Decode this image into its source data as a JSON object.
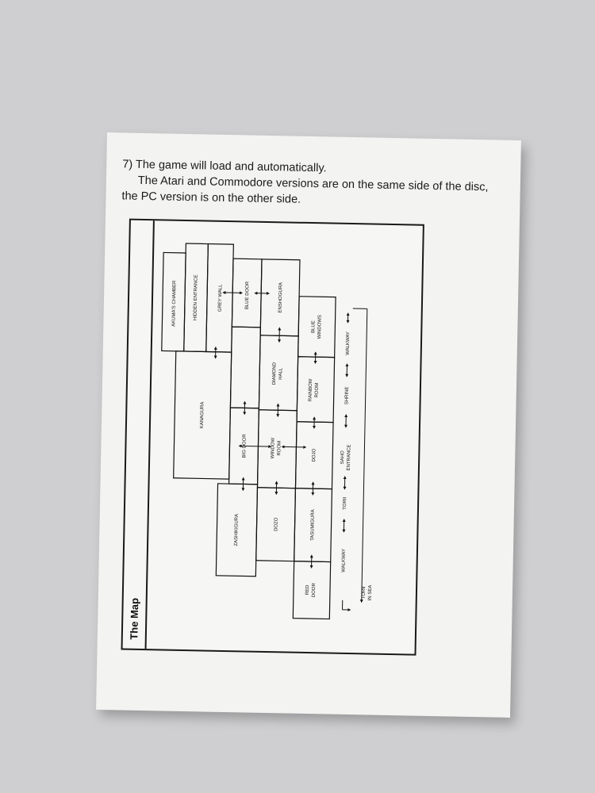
{
  "intro": {
    "line1": "7) The game will load and automatically.",
    "line2": "The Atari and Commodore versions are on the same side of the disc, the PC version is on the other side."
  },
  "map": {
    "title": "The Map",
    "rooms": {
      "akuma": "AKUMA'S CHAMBER",
      "hidden": "HIDDEN ENTRANCE",
      "grey_wall": "GREY WALL",
      "blue_door": "BLUE DOOR",
      "enshogura": "ENSHOGURA",
      "blue_windows_1": "BLUE",
      "blue_windows_2": "WINDOWS",
      "diamond_1": "DIAMOND",
      "diamond_2": "HALL",
      "rainbow_1": "RAINBOW",
      "rainbow_2": "ROOM",
      "kanagura": "KANAGURA",
      "big_door": "BIG DOOR",
      "window_1": "WINDOW",
      "window_2": "ROOM",
      "dojo": "DOJO",
      "dozo": "DOZO",
      "zashikigura": "ZASHIKIGURA",
      "tasumigura": "TASUMIGURA",
      "red_door_1": "RED",
      "red_door_2": "DOOR",
      "walkway_top": "WALKWAY",
      "shrine": "SHRINE",
      "saho_1": "SAHO",
      "saho_2": "ENTRANCE",
      "torii": "TORII",
      "walkway_bottom": "WALKWAY",
      "torii_sea_1": "TORII",
      "torii_sea_2": "IN SEA"
    }
  }
}
